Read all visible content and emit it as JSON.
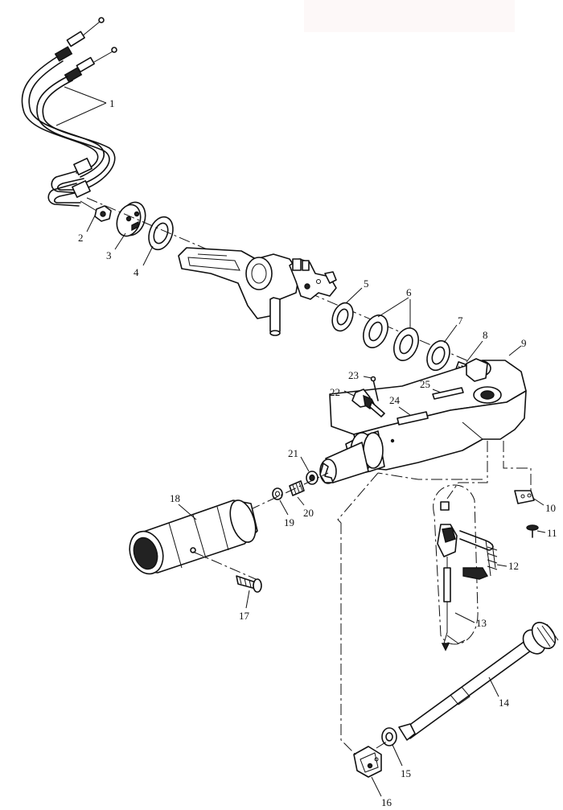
{
  "labels": {
    "p1": "1",
    "p2": "2",
    "p3": "3",
    "p4": "4",
    "p5": "5",
    "p6": "6",
    "p7": "7",
    "p8": "8",
    "p9": "9",
    "p10": "10",
    "p11": "11",
    "p12": "12",
    "p13": "13",
    "p14": "14",
    "p15": "15",
    "p16": "16",
    "p17": "17",
    "p18": "18",
    "p19": "19",
    "p20": "20",
    "p21": "21",
    "p22": "22",
    "p23": "23",
    "p24": "24",
    "p25": "25"
  }
}
